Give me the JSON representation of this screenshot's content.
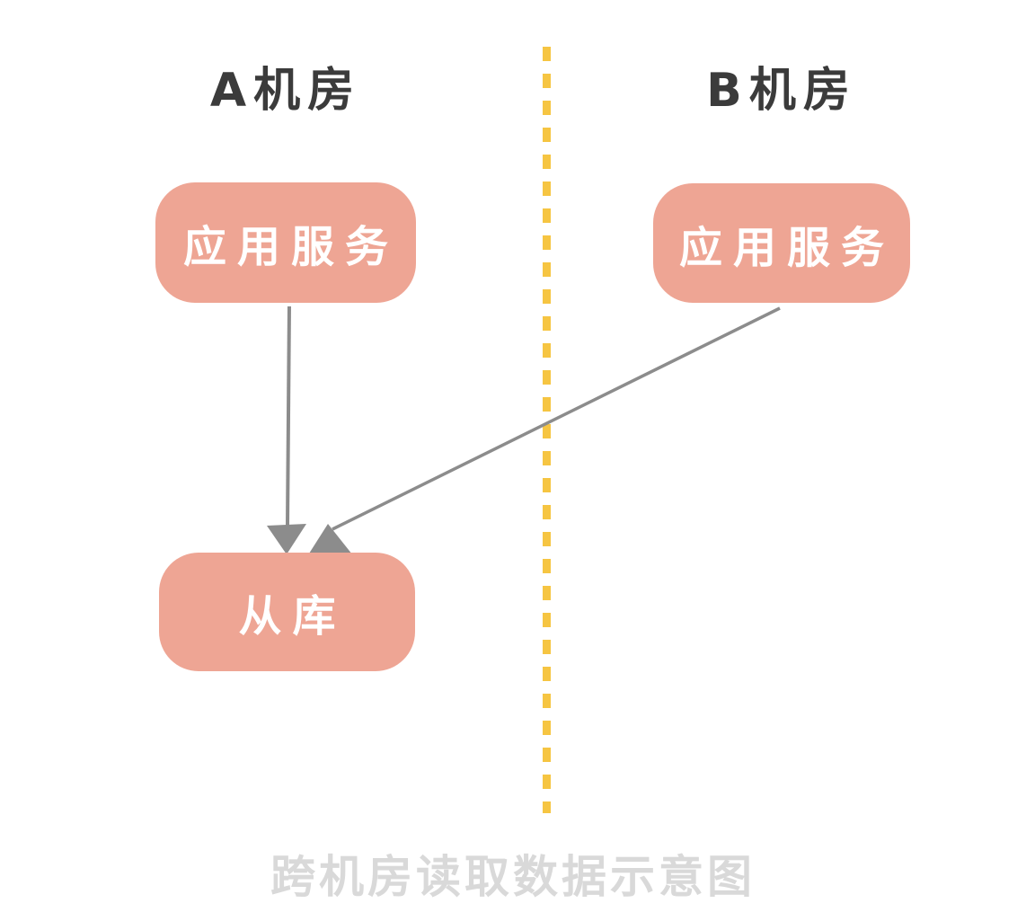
{
  "zones": {
    "left_title": "A机房",
    "right_title": "B机房"
  },
  "nodes": {
    "app_service_a": {
      "label": "应用服务"
    },
    "app_service_b": {
      "label": "应用服务"
    },
    "slave_db": {
      "label": "从库"
    }
  },
  "edges": [
    {
      "from": "app_service_a",
      "to": "slave_db",
      "style": "vertical-arrow"
    },
    {
      "from": "app_service_b",
      "to": "slave_db",
      "style": "diagonal-arrow-crossing-zones"
    }
  ],
  "caption": "跨机房读取数据示意图",
  "colors": {
    "node_fill": "#eea594",
    "node_text": "#ffffff",
    "divider_yellow": "#f6c542",
    "arrow_gray": "#8c8c8c",
    "title_dark": "#3b3b3b",
    "caption_gray": "#d9d9d9",
    "background": "#ffffff"
  }
}
